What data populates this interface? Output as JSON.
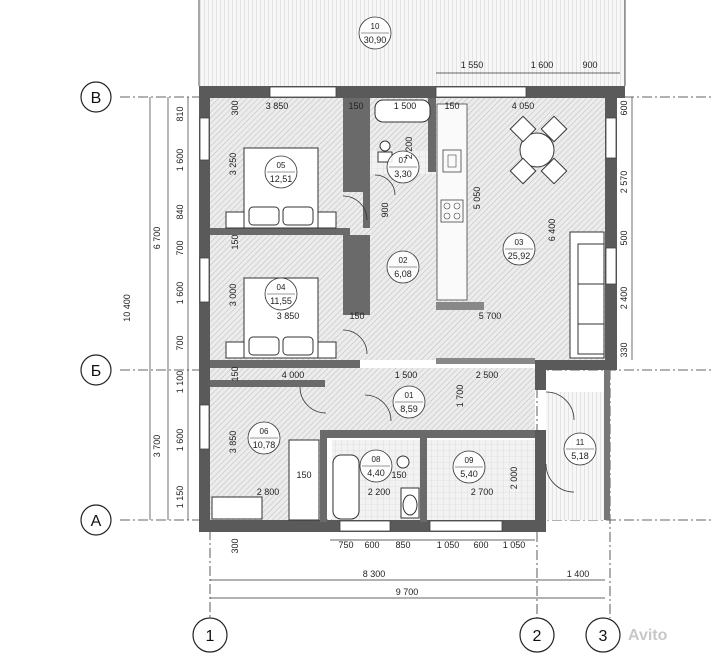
{
  "axes": {
    "rows": [
      "В",
      "Б",
      "А"
    ],
    "cols": [
      "1",
      "2",
      "3"
    ]
  },
  "rooms": [
    {
      "id": "r10",
      "no": "10",
      "area": "30,90"
    },
    {
      "id": "r05",
      "no": "05",
      "area": "12,51"
    },
    {
      "id": "r07",
      "no": "07",
      "area": "3,30"
    },
    {
      "id": "r03",
      "no": "03",
      "area": "25,92"
    },
    {
      "id": "r02",
      "no": "02",
      "area": "6,08"
    },
    {
      "id": "r04",
      "no": "04",
      "area": "11,55"
    },
    {
      "id": "r01",
      "no": "01",
      "area": "8,59"
    },
    {
      "id": "r06",
      "no": "06",
      "area": "10,78"
    },
    {
      "id": "r08",
      "no": "08",
      "area": "4,40"
    },
    {
      "id": "r09",
      "no": "09",
      "area": "5,40"
    },
    {
      "id": "r11",
      "no": "11",
      "area": "5,18"
    }
  ],
  "dims": {
    "top_1550": "1 550",
    "top_1600": "1 600",
    "top_900": "900",
    "in_3850a": "3 850",
    "in_150a": "150",
    "in_1500a": "1 500",
    "in_150b": "150",
    "in_4050": "4 050",
    "in_900": "900",
    "in_3850b": "3 850",
    "in_150c": "150",
    "in_5700": "5 700",
    "in_4000": "4 000",
    "in_1500b": "1 500",
    "in_2500": "2 500",
    "in_2800": "2 800",
    "in_2200": "2 200",
    "in_2700": "2 700",
    "in_150d": "150",
    "in_150e": "150",
    "v_3250": "3 250",
    "v_2200": "2 200",
    "v_5050": "5 050",
    "v_6400": "6 400",
    "v_3000": "3 000",
    "v_1700": "1 700",
    "v_3850": "3 850",
    "v_2000": "2 000",
    "v_150a": "150",
    "v_150b": "150",
    "v_300": "300",
    "l_810": "810",
    "l_1600a": "1 600",
    "l_840": "840",
    "l_700a": "700",
    "l_1600b": "1 600",
    "l_700b": "700",
    "l_1100": "1 100",
    "l_1600c": "1 600",
    "l_1150": "1 150",
    "l_6700": "6 700",
    "l_3700": "3 700",
    "l_10400": "10 400",
    "r_600": "600",
    "r_2570": "2 570",
    "r_500": "500",
    "r_2400": "2 400",
    "r_330": "330",
    "b_300": "300",
    "b_750": "750",
    "b_600a": "600",
    "b_850": "850",
    "b_1050a": "1 050",
    "b_600b": "600",
    "b_1050b": "1 050",
    "b_8300": "8 300",
    "b_1400": "1 400",
    "b_9700": "9 700"
  },
  "watermark": "Avito"
}
